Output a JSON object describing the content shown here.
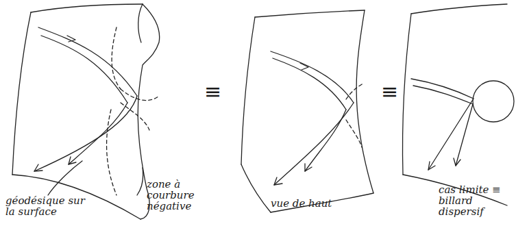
{
  "diagram": {
    "labels": [
      "géodésique sur la surface",
      "zone à courbure négative",
      "≡",
      "vue de haut",
      "≡",
      "cas limite ≡ billard dispersif"
    ]
  }
}
